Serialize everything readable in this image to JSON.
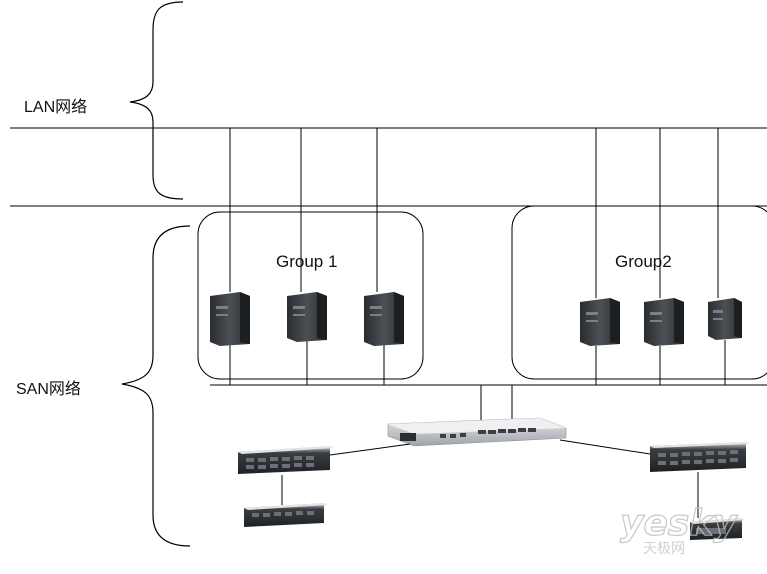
{
  "lan_label": "LAN网络",
  "san_label": "SAN网络",
  "groups": [
    {
      "label": "Group 1"
    },
    {
      "label": "Group2"
    }
  ],
  "watermark": {
    "main": "yesky",
    "sub": "天极网"
  },
  "colors": {
    "line": "#000000",
    "server_body": "#3a3e42",
    "storage_body": "#2b2f33",
    "switch_body": "#c9ccd0",
    "watermark": "#c8c8c8"
  }
}
